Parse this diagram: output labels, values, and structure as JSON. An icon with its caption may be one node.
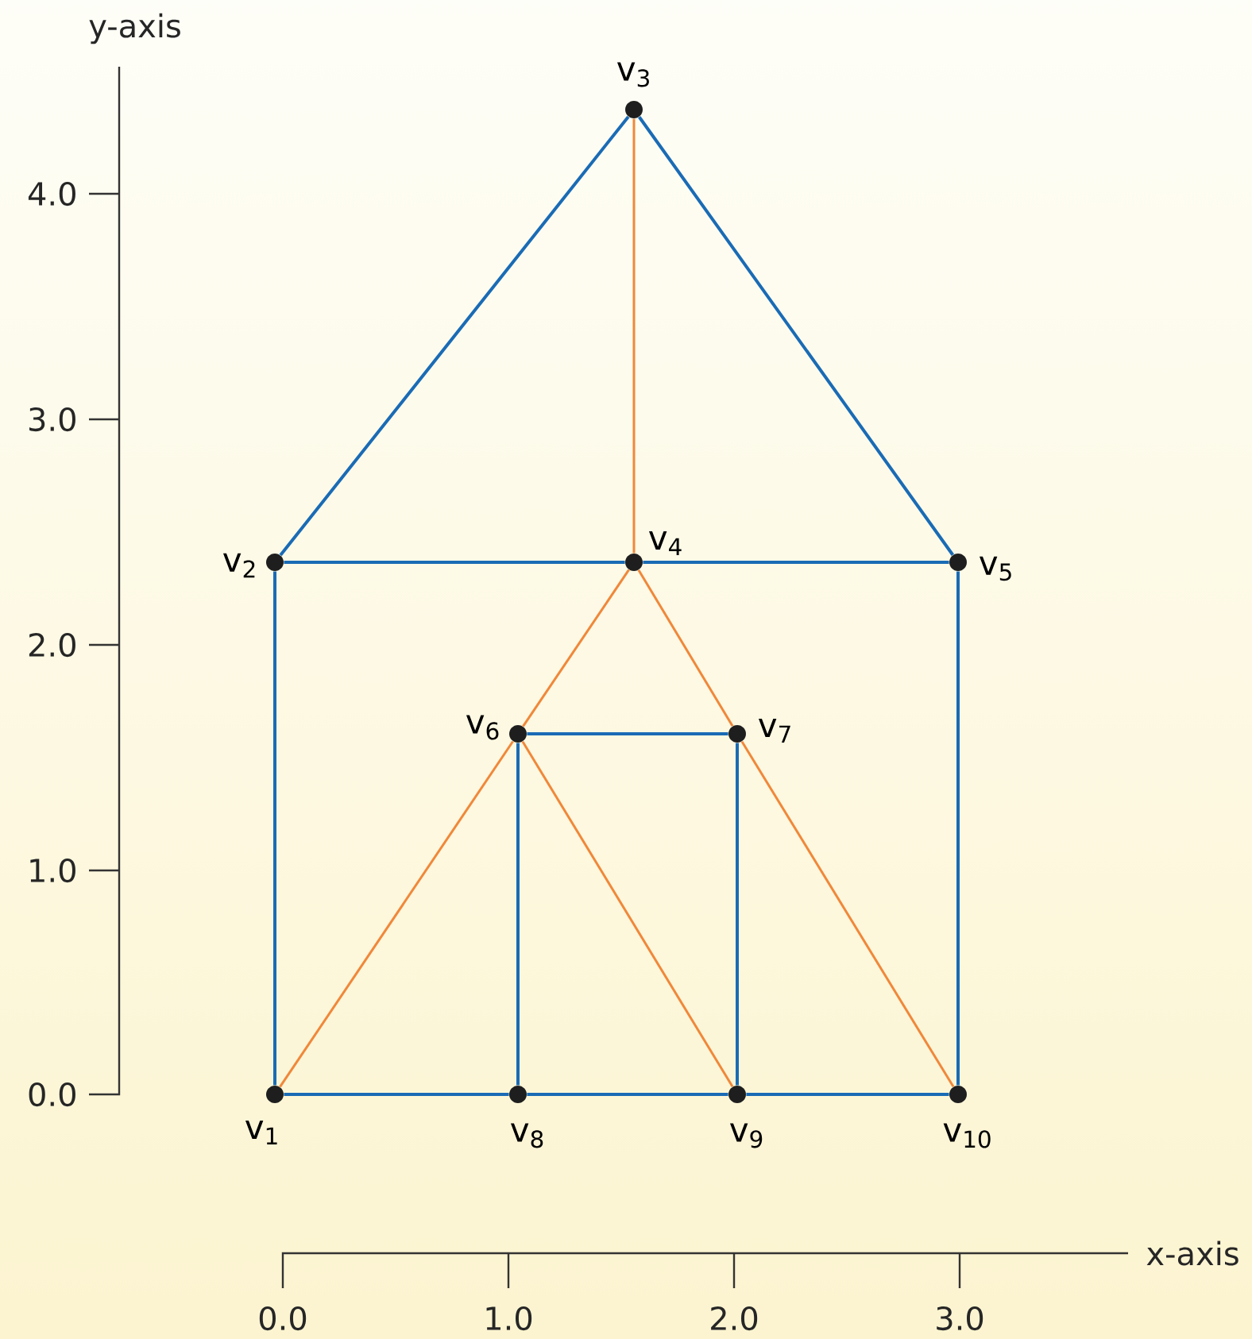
{
  "diagram": {
    "nodes": [
      {
        "text": [
          "v$_{1}$"
        ]
      },
      {
        "text": [
          "v$_{2}$"
        ]
      },
      {
        "text": [
          "v$_{3}$"
        ]
      },
      {
        "text": [
          "v$_{4}$"
        ]
      },
      {
        "text": [
          "v$_{5}$"
        ]
      },
      {
        "text": [
          "v$_{6}$"
        ]
      },
      {
        "text": [
          "v$_{7}$"
        ]
      },
      {
        "text": [
          "v$_{8}$"
        ]
      },
      {
        "text": [
          "v$_{9}$"
        ]
      },
      {
        "text": [
          "v$_{10}$"
        ]
      }
    ],
    "edges": [
      {
        "from": 0,
        "to": 1,
        "arrow": "none"
      },
      {
        "from": 1,
        "to": 2,
        "arrow": "none"
      },
      {
        "from": 2,
        "to": 4,
        "arrow": "none"
      },
      {
        "from": 1,
        "to": 3,
        "arrow": "none"
      },
      {
        "from": 3,
        "to": 4,
        "arrow": "none"
      },
      {
        "from": 4,
        "to": 9,
        "arrow": "none"
      },
      {
        "from": 0,
        "to": 7,
        "arrow": "none"
      },
      {
        "from": 7,
        "to": 8,
        "arrow": "none"
      },
      {
        "from": 8,
        "to": 9,
        "arrow": "none"
      },
      {
        "from": 5,
        "to": 6,
        "arrow": "none"
      },
      {
        "from": 5,
        "to": 7,
        "arrow": "none"
      },
      {
        "from": 6,
        "to": 8,
        "arrow": "none"
      },
      {
        "from": 2,
        "to": 3,
        "arrow": "none",
        "color": "#f0883a"
      },
      {
        "from": 3,
        "to": 5,
        "arrow": "none",
        "color": "#f0883a"
      },
      {
        "from": 5,
        "to": 0,
        "arrow": "none",
        "color": "#f0883a"
      },
      {
        "from": 3,
        "to": 6,
        "arrow": "none",
        "color": "#f0883a"
      },
      {
        "from": 6,
        "to": 9,
        "arrow": "none",
        "color": "#f0883a"
      },
      {
        "from": 5,
        "to": 8,
        "arrow": "none",
        "color": "#f0883a"
      }
    ],
    "labels": [
      "y-axis",
      "4.0",
      "3.0",
      "2.0",
      "1.0",
      "0.0",
      "x-axis",
      "0.0",
      "1.0",
      "2.0",
      "3.0"
    ]
  }
}
